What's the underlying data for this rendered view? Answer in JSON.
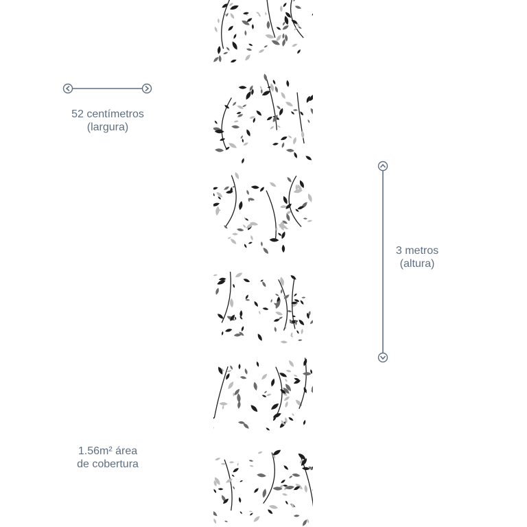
{
  "colors": {
    "text": "#5f6f82",
    "dimension_line": "#5f6f82",
    "pattern_dark": "#1e1e1e",
    "pattern_mid": "#6b6b6b",
    "pattern_light": "#bdbdbd"
  },
  "width_dimension": {
    "line1": "52 centímetros",
    "line2": "(largura)",
    "icon": "left-right-arrow-icon"
  },
  "height_dimension": {
    "line1": "3 metros",
    "line2": "(altura)",
    "icon": "up-down-arrow-icon"
  },
  "coverage": {
    "line1": "1.56m² área",
    "line2": "de cobertura"
  },
  "wallpaper": {
    "pattern": "black-white-floral-branches"
  }
}
